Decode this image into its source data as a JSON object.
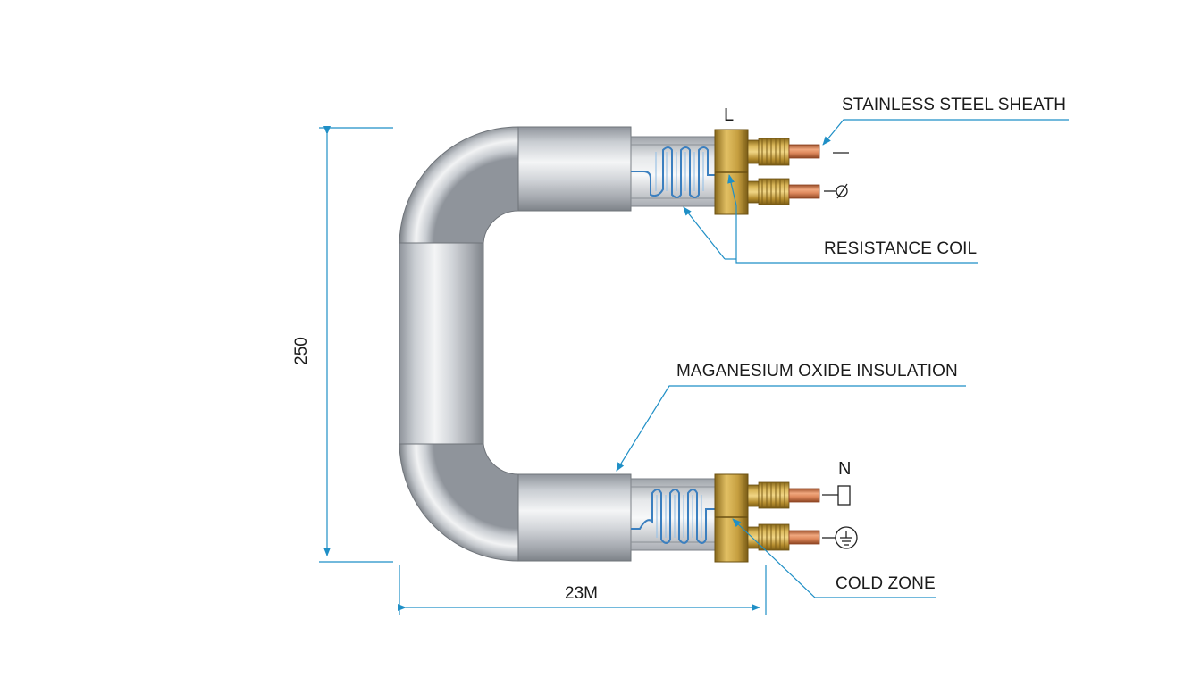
{
  "labels": {
    "sheath": "STAINLESS STEEL SHEATH",
    "coil": "RESISTANCE COIL",
    "insulation": "MAGANESIUM OXIDE INSULATION",
    "cold_zone": "COLD ZONE"
  },
  "dimensions": {
    "height": "250",
    "width": "23M"
  },
  "terminals": {
    "top_letter": "L",
    "bottom_letter": "N"
  },
  "colors": {
    "leader_line": "#1f8fc6",
    "dimension_line": "#1f8fc6",
    "brass": "#c9a13c",
    "copper": "#d9825a",
    "steel": "#b8bcc2"
  }
}
